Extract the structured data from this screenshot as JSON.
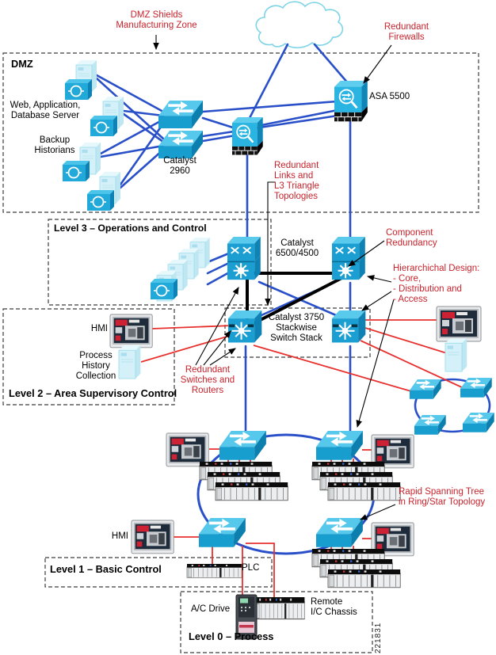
{
  "figure_id": "221831",
  "colors": {
    "annotation_red": "#c8232c",
    "link_blue": "#2950c8",
    "link_red": "#e8312e",
    "device_cyan": "#1b9fd2",
    "device_cyan_light": "#d4f0f8",
    "cloud_outline": "#7cd4e6",
    "dashed_border": "#3c3c3c",
    "thick_link_black": "#000000"
  },
  "zones": {
    "dmz": {
      "title": "DMZ"
    },
    "level3": {
      "title": "Level 3 – Operations and Control"
    },
    "level2": {
      "title": "Level 2 – Area Supervisory Control"
    },
    "level1": {
      "title": "Level 1 – Basic Control"
    },
    "level0": {
      "title": "Level 0 – Process"
    }
  },
  "annotations": {
    "dmz_shields": "DMZ Shields\nManufacturing Zone",
    "redundant_firewalls": "Redundant\nFirewalls",
    "redundant_links": "Redundant\nLinks and\nL3 Triangle\nTopologies",
    "component_redundancy": "Component\nRedundancy",
    "hierarchical_design": "Hierarchichal Design:\n- Core,\n- Distribution and\n- Access",
    "redundant_switches": "Redundant\nSwitches and\nRouters",
    "rapid_spanning_tree": "Rapid Spanning Tree\nin Ring/Star Topology"
  },
  "device_labels": {
    "web_app_db": "Web, Application,\nDatabase Server",
    "backup_historians": "Backup\nHistorians",
    "catalyst_2960": "Catalyst\n2960",
    "asa_5500": "ASA 5500",
    "catalyst_6500": "Catalyst\n6500/4500",
    "catalyst_3750": "Catalyst 3750\nStackwise\nSwitch Stack",
    "hmi_level2": "HMI",
    "process_history": "Process\nHistory\nCollection",
    "hmi_level1": "HMI",
    "plc": "PLC",
    "ac_drive": "A/C Drive",
    "remote_ic": "Remote\nI/C Chassis"
  },
  "icons": {
    "cloud": "internet-cloud-icon",
    "firewall": "asa-firewall-icon",
    "switch": "workgroup-switch-icon",
    "multilayer_switch": "multilayer-switch-icon",
    "stack_switch": "stackwise-switch-icon",
    "server": "tower-server-icon",
    "comm_device": "comm-server-icon",
    "hmi": "hmi-screen-icon",
    "plc_rack": "plc-rack-icon",
    "drive": "ac-drive-icon"
  }
}
